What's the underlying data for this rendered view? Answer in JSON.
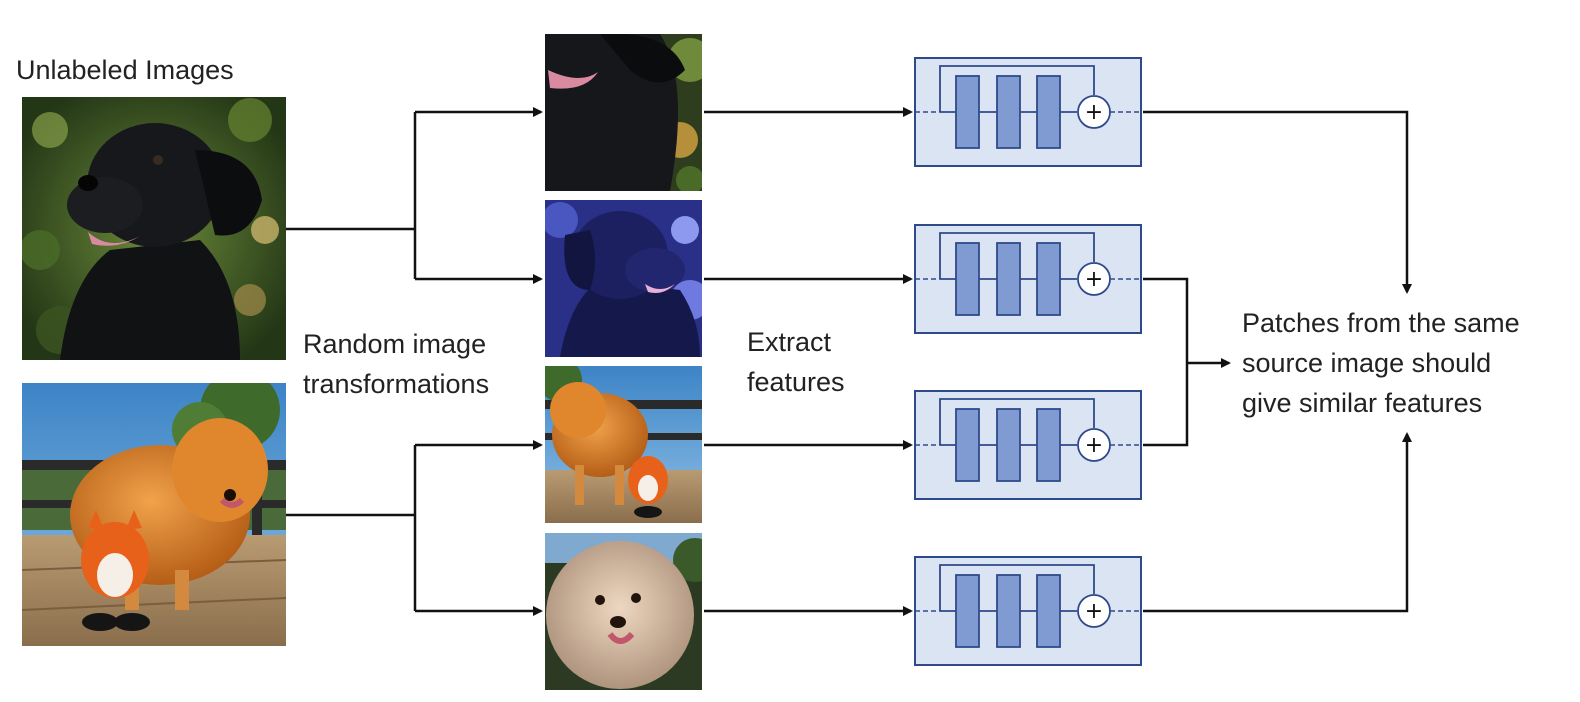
{
  "labels": {
    "unlabeled_images": "Unlabeled Images",
    "random_transform_line1": "Random image",
    "random_transform_line2": "transformations",
    "extract_line1": "Extract",
    "extract_line2": "features",
    "conclusion_line1": "Patches from the same",
    "conclusion_line2": "source image should",
    "conclusion_line3": "give similar features"
  },
  "source_images": [
    {
      "name": "source-image-black-labrador",
      "subject": "black labrador"
    },
    {
      "name": "source-image-pomeranian-with-fox-toy",
      "subject": "pomeranian with fox toy"
    }
  ],
  "patches": [
    {
      "name": "patch-labrador-crop",
      "subject": "black labrador close-up crop"
    },
    {
      "name": "patch-labrador-blue-flipped",
      "subject": "black labrador, color-shifted blue, flipped"
    },
    {
      "name": "patch-pomeranian-crop",
      "subject": "pomeranian with fox toy crop"
    },
    {
      "name": "patch-pomeranian-face",
      "subject": "pomeranian face close-up"
    }
  ],
  "blocks": [
    {
      "name": "feature-extractor-1",
      "blocks": 3,
      "operator": "+"
    },
    {
      "name": "feature-extractor-2",
      "blocks": 3,
      "operator": "+"
    },
    {
      "name": "feature-extractor-3",
      "blocks": 3,
      "operator": "+"
    },
    {
      "name": "feature-extractor-4",
      "blocks": 3,
      "operator": "+"
    }
  ],
  "colors": {
    "arrow": "#111111",
    "network_box_fill": "#dbe4f3",
    "network_box_stroke": "#2f4a8c",
    "layer_fill": "#7f9bd1"
  }
}
